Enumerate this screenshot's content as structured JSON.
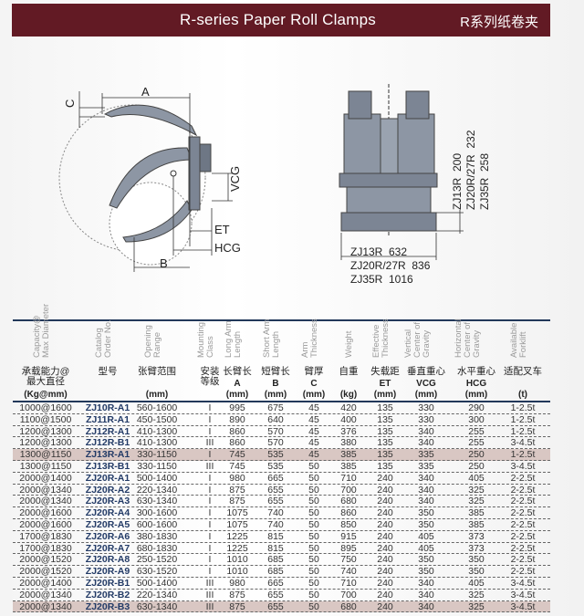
{
  "header": {
    "title": "R-series Paper Roll Clamps",
    "title_cn": "R系列纸卷夹",
    "banner_color": "#621a24"
  },
  "side_diagram": {
    "labels": [
      "A",
      "C",
      "B",
      "VCG",
      "ET",
      "HCG"
    ]
  },
  "front_diagram": {
    "height_labels": [
      "ZJ13R  200",
      "ZJ20R/27R  232",
      "ZJ35R  258"
    ],
    "width_labels": [
      "ZJ13R  632",
      "ZJ20R/27R  836",
      "ZJ35R  1016"
    ]
  },
  "table": {
    "columns": [
      {
        "en": "Capacity@\nMax Diameter",
        "cn": "承载能力@\n最大直径",
        "sym": "",
        "unit": "(Kg@mm)"
      },
      {
        "en": "Catalog\nOrder No.",
        "cn": "型号",
        "sym": "",
        "unit": ""
      },
      {
        "en": "Opening\nRange",
        "cn": "张臂范围",
        "sym": "",
        "unit": "(mm)"
      },
      {
        "en": "Mounting\nClass",
        "cn": "安装\n等级",
        "sym": "",
        "unit": ""
      },
      {
        "en": "Long Arm\nLength",
        "cn": "长臂长",
        "sym": "A",
        "unit": "(mm)"
      },
      {
        "en": "Short Arm\nLength",
        "cn": "短臂长",
        "sym": "B",
        "unit": "(mm)"
      },
      {
        "en": "Arm\nThickness",
        "cn": "臂厚",
        "sym": "C",
        "unit": "(mm)"
      },
      {
        "en": "Weight",
        "cn": "自重",
        "sym": "",
        "unit": "(kg)"
      },
      {
        "en": "Effective\nThickness",
        "cn": "失载距",
        "sym": "ET",
        "unit": "(mm)"
      },
      {
        "en": "Vertical\nCenter of\nGravity",
        "cn": "垂直重心",
        "sym": "VCG",
        "unit": "(mm)"
      },
      {
        "en": "Horizontal\nCenter of\nGravity",
        "cn": "水平重心",
        "sym": "HCG",
        "unit": "(mm)"
      },
      {
        "en": "Available\nForklift",
        "cn": "适配叉车",
        "sym": "",
        "unit": "(t)"
      }
    ],
    "rows": [
      [
        "1000@1600",
        "ZJ10R-A1",
        "560-1600",
        "I",
        "995",
        "675",
        "45",
        "420",
        "135",
        "330",
        "290",
        "1-2.5t"
      ],
      [
        "1100@1500",
        "ZJ11R-A1",
        "450-1500",
        "I",
        "890",
        "640",
        "45",
        "400",
        "135",
        "330",
        "300",
        "1-2.5t"
      ],
      [
        "1200@1300",
        "ZJ12R-A1",
        "410-1300",
        "I",
        "860",
        "570",
        "45",
        "376",
        "135",
        "340",
        "255",
        "1-2.5t"
      ],
      [
        "1200@1300",
        "ZJ12R-B1",
        "410-1300",
        "III",
        "860",
        "570",
        "45",
        "380",
        "135",
        "340",
        "255",
        "3-4.5t"
      ],
      [
        "1300@1150",
        "ZJ13R-A1",
        "330-1150",
        "I",
        "745",
        "535",
        "45",
        "385",
        "135",
        "335",
        "250",
        "1-2.5t"
      ],
      [
        "1300@1150",
        "ZJ13R-B1",
        "330-1150",
        "III",
        "745",
        "535",
        "50",
        "385",
        "135",
        "335",
        "250",
        "3-4.5t"
      ],
      [
        "2000@1400",
        "ZJ20R-A1",
        "500-1400",
        "I",
        "980",
        "665",
        "50",
        "710",
        "240",
        "340",
        "405",
        "2-2.5t"
      ],
      [
        "2000@1340",
        "ZJ20R-A2",
        "220-1340",
        "I",
        "875",
        "655",
        "50",
        "700",
        "240",
        "340",
        "325",
        "2-2.5t"
      ],
      [
        "2000@1340",
        "ZJ20R-A3",
        "630-1340",
        "I",
        "875",
        "655",
        "50",
        "680",
        "240",
        "340",
        "325",
        "2-2.5t"
      ],
      [
        "2000@1600",
        "ZJ20R-A4",
        "300-1600",
        "I",
        "1075",
        "740",
        "50",
        "860",
        "240",
        "350",
        "385",
        "2-2.5t"
      ],
      [
        "2000@1600",
        "ZJ20R-A5",
        "600-1600",
        "I",
        "1075",
        "740",
        "50",
        "850",
        "240",
        "350",
        "385",
        "2-2.5t"
      ],
      [
        "1700@1830",
        "ZJ20R-A6",
        "380-1830",
        "I",
        "1225",
        "815",
        "50",
        "915",
        "240",
        "405",
        "373",
        "2-2.5t"
      ],
      [
        "1700@1830",
        "ZJ20R-A7",
        "680-1830",
        "I",
        "1225",
        "815",
        "50",
        "895",
        "240",
        "405",
        "373",
        "2-2.5t"
      ],
      [
        "2000@1520",
        "ZJ20R-A8",
        "250-1520",
        "I",
        "1010",
        "685",
        "50",
        "750",
        "240",
        "350",
        "350",
        "2-2.5t"
      ],
      [
        "2000@1520",
        "ZJ20R-A9",
        "630-1520",
        "I",
        "1010",
        "685",
        "50",
        "740",
        "240",
        "350",
        "350",
        "2-2.5t"
      ],
      [
        "2000@1400",
        "ZJ20R-B1",
        "500-1400",
        "III",
        "980",
        "665",
        "50",
        "710",
        "240",
        "340",
        "405",
        "3-4.5t"
      ],
      [
        "2000@1340",
        "ZJ20R-B2",
        "220-1340",
        "III",
        "875",
        "655",
        "50",
        "700",
        "240",
        "340",
        "325",
        "3-4.5t"
      ],
      [
        "2000@1340",
        "ZJ20R-B3",
        "630-1340",
        "III",
        "875",
        "655",
        "50",
        "680",
        "240",
        "340",
        "325",
        "3-4.5t"
      ]
    ],
    "highlighted_rows": [
      4,
      17
    ],
    "highlight_color": "#d9c7c3"
  }
}
